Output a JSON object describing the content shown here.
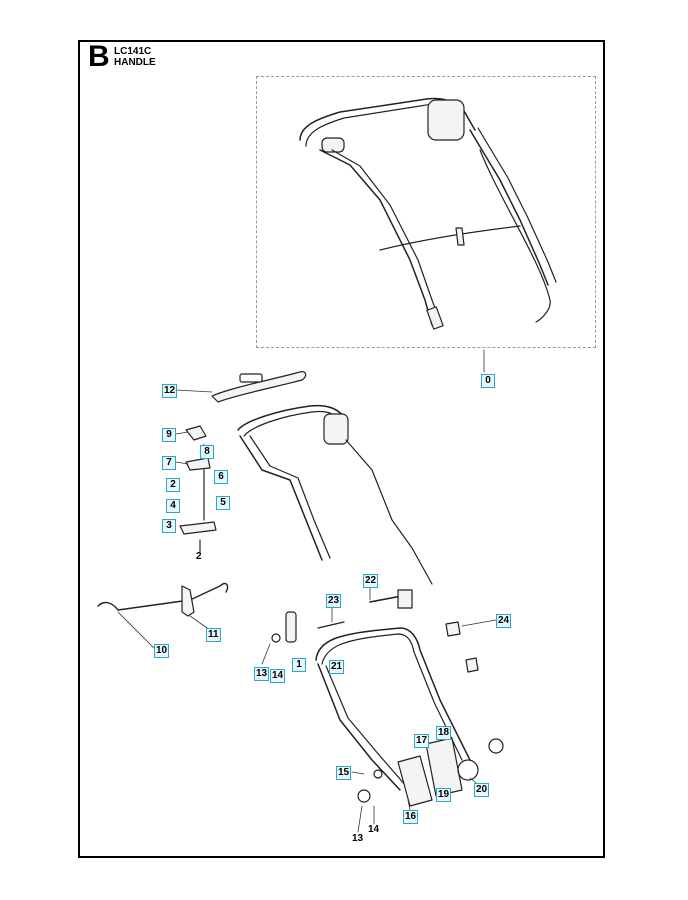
{
  "header": {
    "section_letter": "B",
    "model": "LC141C",
    "assembly": "HANDLE"
  },
  "callouts": [
    {
      "id": "c0",
      "label": "0",
      "boxed": true
    },
    {
      "id": "c12",
      "label": "12",
      "boxed": true
    },
    {
      "id": "c9",
      "label": "9",
      "boxed": true
    },
    {
      "id": "c8",
      "label": "8",
      "boxed": true
    },
    {
      "id": "c7",
      "label": "7",
      "boxed": true
    },
    {
      "id": "c6",
      "label": "6",
      "boxed": true
    },
    {
      "id": "c2a",
      "label": "2",
      "boxed": true
    },
    {
      "id": "c4",
      "label": "4",
      "boxed": true
    },
    {
      "id": "c5",
      "label": "5",
      "boxed": true
    },
    {
      "id": "c3",
      "label": "3",
      "boxed": true
    },
    {
      "id": "c2b",
      "label": "2",
      "boxed": false
    },
    {
      "id": "c10",
      "label": "10",
      "boxed": true
    },
    {
      "id": "c11",
      "label": "11",
      "boxed": true
    },
    {
      "id": "c22",
      "label": "22",
      "boxed": true
    },
    {
      "id": "c23",
      "label": "23",
      "boxed": true
    },
    {
      "id": "c24",
      "label": "24",
      "boxed": true
    },
    {
      "id": "c1",
      "label": "1",
      "boxed": true
    },
    {
      "id": "c21",
      "label": "21",
      "boxed": true
    },
    {
      "id": "c13a",
      "label": "13",
      "boxed": true
    },
    {
      "id": "c14a",
      "label": "14",
      "boxed": true
    },
    {
      "id": "c18",
      "label": "18",
      "boxed": true
    },
    {
      "id": "c17",
      "label": "17",
      "boxed": true
    },
    {
      "id": "c15",
      "label": "15",
      "boxed": true
    },
    {
      "id": "c19",
      "label": "19",
      "boxed": true
    },
    {
      "id": "c20",
      "label": "20",
      "boxed": true
    },
    {
      "id": "c16",
      "label": "16",
      "boxed": true
    },
    {
      "id": "c13b",
      "label": "13",
      "boxed": false
    },
    {
      "id": "c14b",
      "label": "14",
      "boxed": false
    }
  ]
}
